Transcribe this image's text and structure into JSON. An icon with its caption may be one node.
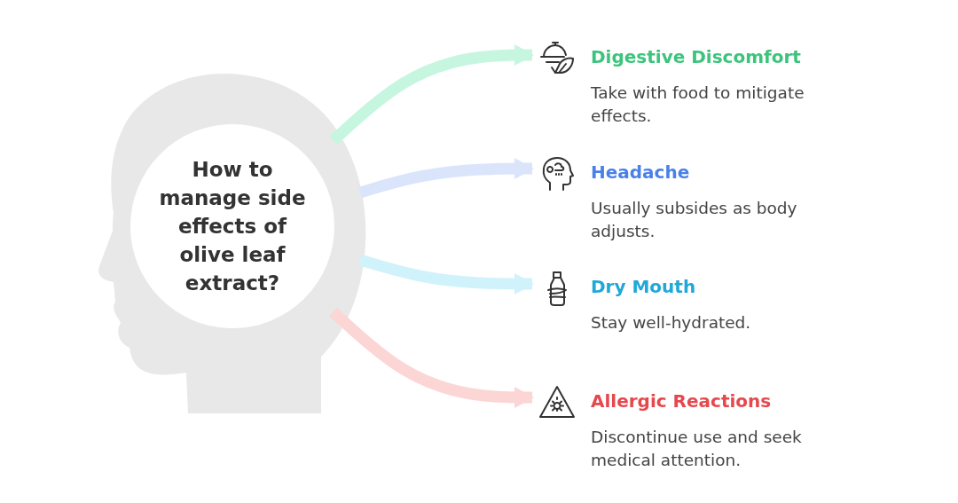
{
  "diagram": {
    "nodes": [
      {
        "text": [
          "How to manage side effects of olive leaf extract?"
        ]
      },
      {
        "text": [
          "Digestive Discomfort",
          "Take with food to mitigate effects."
        ]
      },
      {
        "text": [
          "Headache",
          "Usually subsides as body adjusts."
        ]
      },
      {
        "text": [
          "Dry Mouth",
          "Stay well-hydrated."
        ]
      },
      {
        "text": [
          "Allergic Reactions",
          "Discontinue use and seek medical attention."
        ]
      }
    ],
    "edges": [
      {
        "from": 0,
        "to": 1,
        "arrow": "to",
        "color": "#c6f6df"
      },
      {
        "from": 0,
        "to": 2,
        "arrow": "to",
        "color": "#dae5fc"
      },
      {
        "from": 0,
        "to": 3,
        "arrow": "to",
        "color": "#d0f2fb"
      },
      {
        "from": 0,
        "to": 4,
        "arrow": "to",
        "color": "#fcd5d5"
      }
    ]
  }
}
